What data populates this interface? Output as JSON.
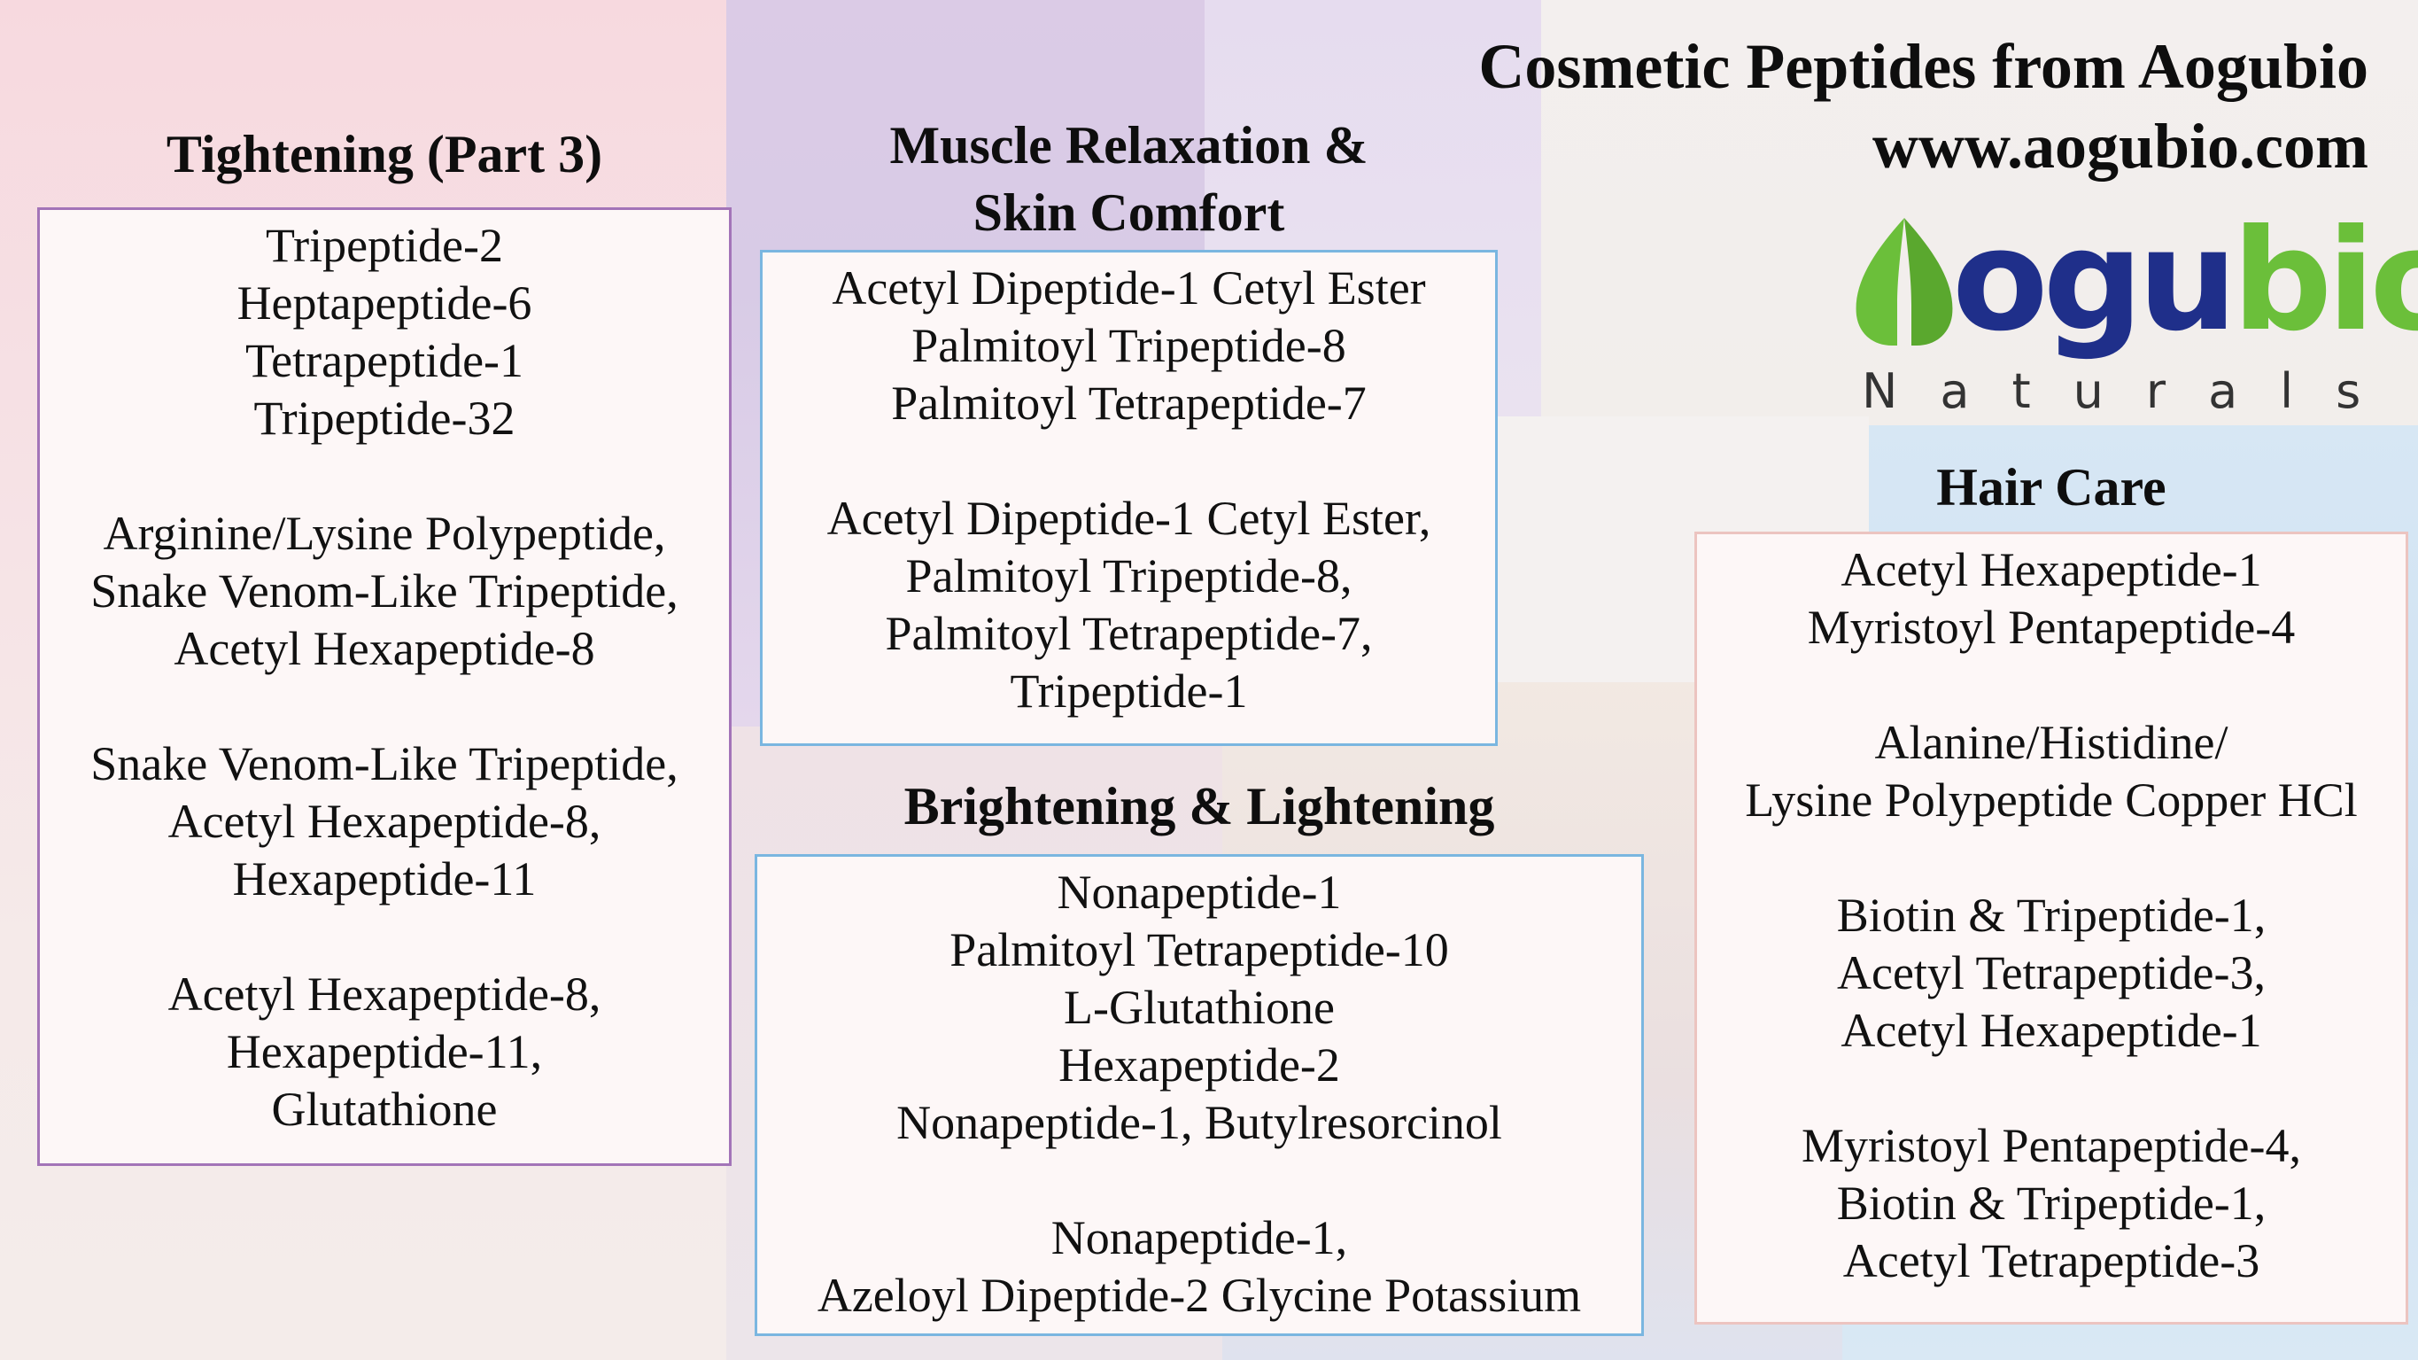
{
  "header": {
    "title": "Cosmetic Peptides from Aogubio",
    "website": "www.aogubio.com"
  },
  "logo": {
    "word_part1": "ogu",
    "word_part2": "bio",
    "tagline": "Naturals",
    "colors": {
      "navy": "#1f2f8a",
      "green": "#6bbf3a"
    }
  },
  "sections": {
    "tightening": {
      "title": "Tightening (Part 3)",
      "groups": [
        [
          "Tripeptide-2",
          "Heptapeptide-6",
          "Tetrapeptide-1",
          "Tripeptide-32"
        ],
        [
          "Arginine/Lysine Polypeptide,",
          "Snake Venom-Like Tripeptide,",
          "Acetyl Hexapeptide-8"
        ],
        [
          "Snake Venom-Like Tripeptide,",
          "Acetyl Hexapeptide-8,",
          "Hexapeptide-11"
        ],
        [
          "Acetyl Hexapeptide-8,",
          "Hexapeptide-11,",
          "Glutathione"
        ]
      ]
    },
    "muscle": {
      "title_line1": "Muscle Relaxation &",
      "title_line2": "Skin Comfort",
      "groups": [
        [
          "Acetyl Dipeptide-1 Cetyl Ester",
          "Palmitoyl Tripeptide-8",
          "Palmitoyl Tetrapeptide-7"
        ],
        [
          "Acetyl Dipeptide-1 Cetyl Ester,",
          "Palmitoyl Tripeptide-8,",
          "Palmitoyl Tetrapeptide-7,",
          "Tripeptide-1"
        ]
      ]
    },
    "brightening": {
      "title": "Brightening & Lightening",
      "groups": [
        [
          "Nonapeptide-1",
          "Palmitoyl Tetrapeptide-10",
          "L-Glutathione",
          "Hexapeptide-2",
          "Nonapeptide-1, Butylresorcinol"
        ],
        [
          "Nonapeptide-1,",
          "Azeloyl Dipeptide-2 Glycine Potassium"
        ]
      ]
    },
    "hair": {
      "title": "Hair Care",
      "groups": [
        [
          "Acetyl Hexapeptide-1",
          "Myristoyl Pentapeptide-4"
        ],
        [
          "Alanine/Histidine/",
          "Lysine Polypeptide Copper HCl"
        ],
        [
          "Biotin & Tripeptide-1,",
          "Acetyl Tetrapeptide-3,",
          "Acetyl Hexapeptide-1"
        ],
        [
          "Myristoyl Pentapeptide-4,",
          "Biotin & Tripeptide-1,",
          "Acetyl Tetrapeptide-3"
        ]
      ]
    }
  }
}
